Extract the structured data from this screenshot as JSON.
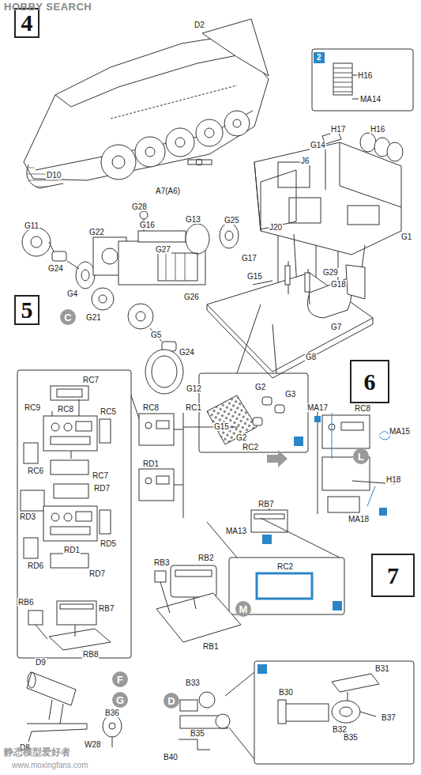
{
  "diagram": {
    "nodes": [
      {
        "text": [
          "4"
        ]
      },
      {
        "text": [
          "5"
        ]
      },
      {
        "text": [
          "C"
        ]
      },
      {
        "text": [
          "6"
        ]
      },
      {
        "text": [
          "L"
        ]
      },
      {
        "text": [
          "7"
        ]
      },
      {
        "text": [
          "M"
        ]
      },
      {
        "text": [
          "F"
        ]
      },
      {
        "text": [
          "G"
        ]
      },
      {
        "text": [
          "D"
        ]
      }
    ],
    "labels": [
      "HOBBY SEARCH",
      "D2",
      "2",
      "H16",
      "MA14",
      "H17",
      "H16",
      "G14",
      "J6",
      "D10",
      "A7(A6)",
      "G28",
      "G13",
      "G25",
      "G11",
      "J20",
      "G16",
      "G22",
      "G1",
      "G27",
      "G17",
      "G24",
      "G15",
      "G29",
      "G18",
      "G26",
      "G4",
      "G5",
      "G21",
      "G7",
      "G24",
      "G8",
      "RC7",
      "G12",
      "G2",
      "G3",
      "RC9",
      "RC8",
      "RC8",
      "RC1",
      "MA17",
      "RC8",
      "RC5",
      "G15",
      "MA15",
      "G2",
      "RC6",
      "RC2",
      "RD1",
      "RC7",
      "H18",
      "RD3",
      "RD7",
      "RB7",
      "MA18",
      "RD1",
      "MA13",
      "RD5",
      "RB2",
      "RB3",
      "RC2",
      "RD6",
      "RD7",
      "RB6",
      "RB7",
      "RB1",
      "RB8",
      "D9",
      "B31",
      "B33",
      "B36",
      "B30",
      "B35",
      "B37",
      "B32",
      "B35",
      "W28",
      "D8",
      "B40",
      "静态模型爱好者",
      "www.moxingfans.com"
    ]
  }
}
